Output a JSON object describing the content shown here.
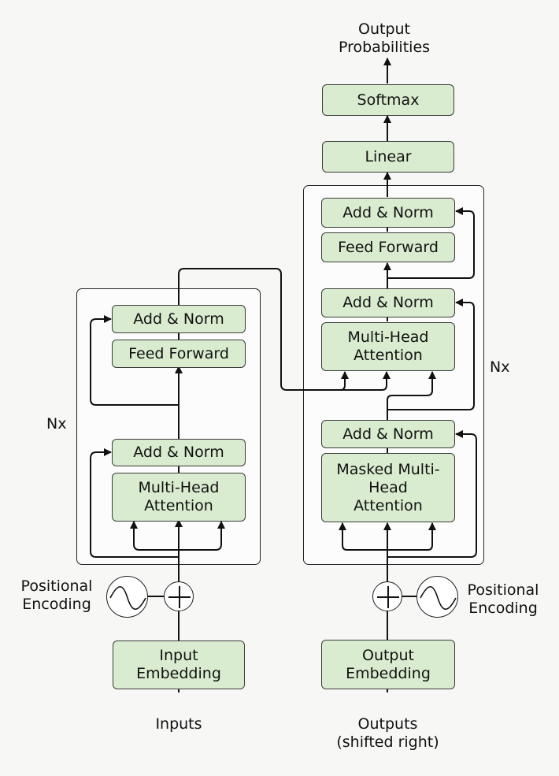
{
  "output_label": "Output\nProbabilities",
  "decoder": {
    "softmax": "Softmax",
    "linear": "Linear",
    "add_norm_top": "Add & Norm",
    "feed_forward": "Feed Forward",
    "add_norm_mid": "Add & Norm",
    "mha": "Multi-Head\nAttention",
    "add_norm_bottom": "Add & Norm",
    "masked_mha": "Masked Multi-\nHead\nAttention",
    "nx": "Nx"
  },
  "encoder": {
    "add_norm_top": "Add & Norm",
    "feed_forward": "Feed Forward",
    "add_norm_bottom": "Add & Norm",
    "mha": "Multi-Head\nAttention",
    "nx": "Nx"
  },
  "left_input": {
    "pos_encoding": "Positional\nEncoding",
    "embedding": "Input\nEmbedding",
    "label": "Inputs"
  },
  "right_input": {
    "pos_encoding": "Positional\nEncoding",
    "embedding": "Output\nEmbedding",
    "label": "Outputs\n(shifted right)"
  },
  "colors": {
    "block_fill": "#d9eccf",
    "stroke": "#222222",
    "background": "#f7f7f6"
  },
  "icons": [
    "sine-wave-icon",
    "plus-circle-icon"
  ]
}
